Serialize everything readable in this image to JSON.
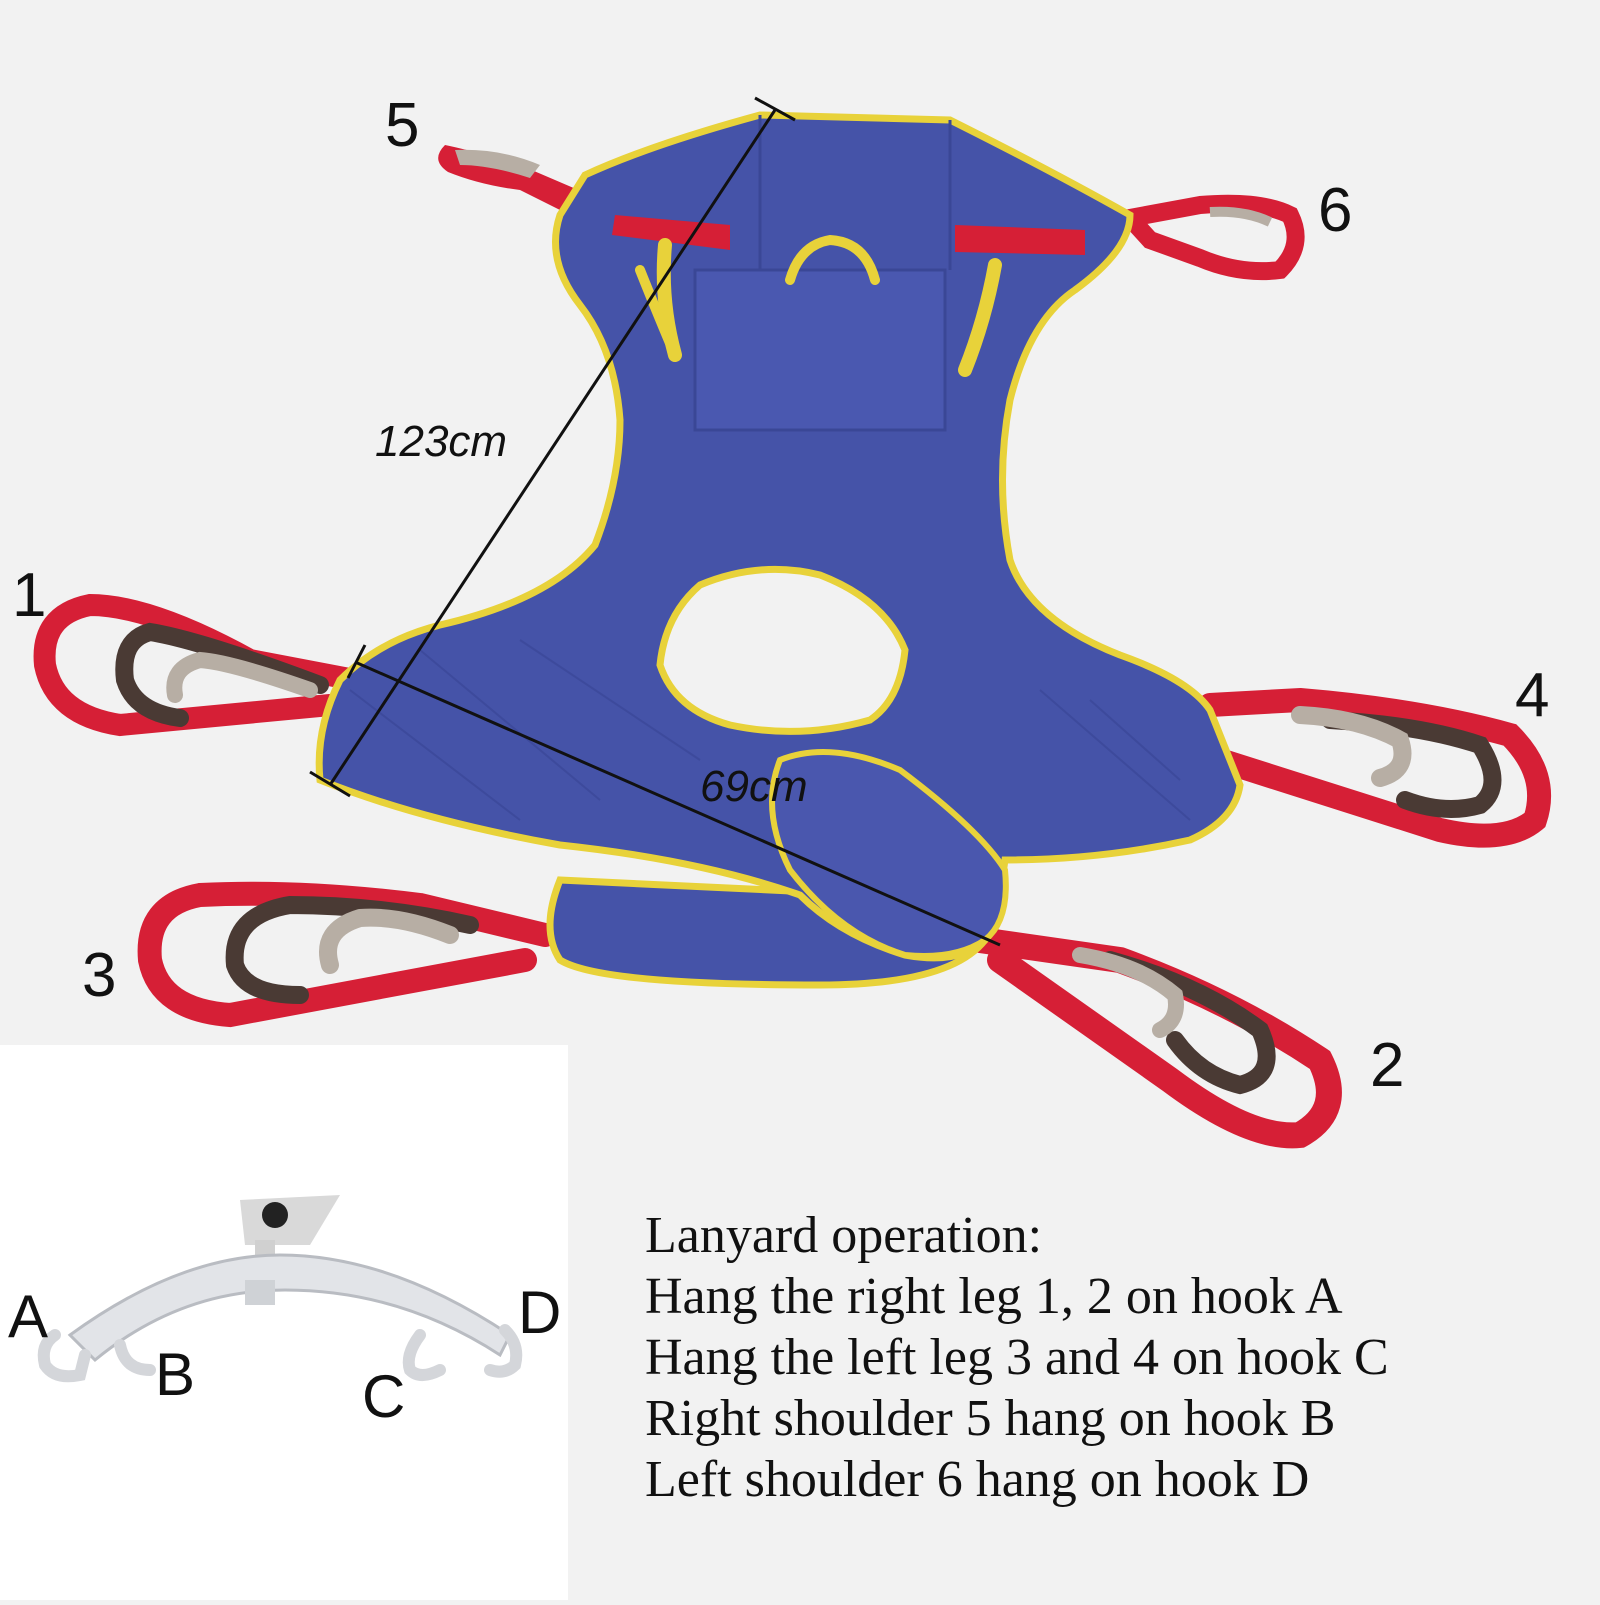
{
  "strap_labels": {
    "strap_1": "1",
    "strap_2": "2",
    "strap_3": "3",
    "strap_4": "4",
    "strap_5": "5",
    "strap_6": "6"
  },
  "dimensions": {
    "diagonal_length": "123cm",
    "width": "69cm"
  },
  "hook_labels": {
    "hook_a": "A",
    "hook_b": "B",
    "hook_c": "C",
    "hook_d": "D"
  },
  "instructions": {
    "title": "Lanyard operation:",
    "line_1": "Hang the right leg 1, 2 on hook A",
    "line_2": "Hang the left leg 3 and 4 on hook C",
    "line_3": "Right shoulder 5 hang on hook B",
    "line_4": "Left shoulder 6 hang on hook D"
  },
  "colors": {
    "sling_body": "#4553a8",
    "sling_trim": "#e8d23a",
    "strap_red": "#d61f36",
    "strap_brown": "#4a3a34",
    "strap_grey": "#b7aea4",
    "hook_bar": "#e2e4e8"
  }
}
